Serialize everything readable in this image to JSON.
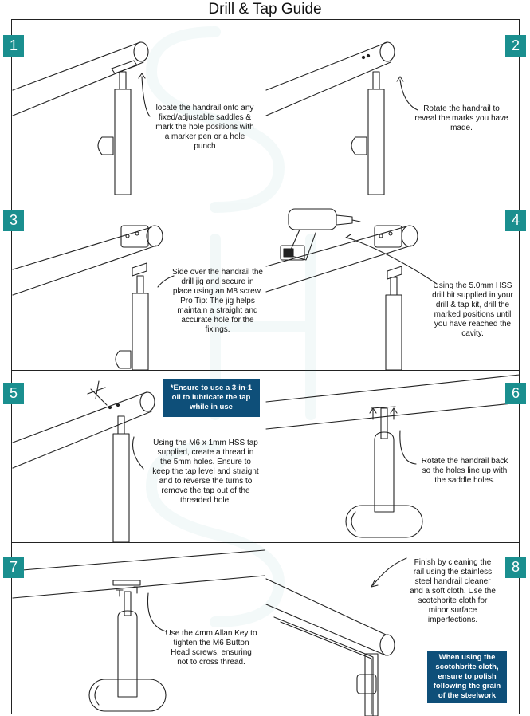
{
  "page": {
    "title": "Drill & Tap Guide",
    "watermark": "SHS"
  },
  "colors": {
    "badge": "#1a8f8f",
    "callout": "#0e4f79",
    "line": "#222222"
  },
  "steps": [
    {
      "number": "1",
      "text": "locate the handrail onto any fixed/adjustable saddles & mark the hole positions with a marker pen or a hole punch"
    },
    {
      "number": "2",
      "text": "Rotate the handrail to reveal the marks you have made."
    },
    {
      "number": "3",
      "text": "Side over the handrail the drill jig and secure in place using an M8 screw.",
      "tip": "Pro Tip: The jig helps maintain a straight and accurate hole for the fixings."
    },
    {
      "number": "4",
      "text": "Using the 5.0mm HSS drill bit supplied in your drill & tap kit, drill the marked positions until you have reached the cavity."
    },
    {
      "number": "5",
      "text": "Using the M6 x 1mm HSS tap supplied, create a thread in the 5mm holes. Ensure to keep the tap level and straight and to reverse the turns to remove the tap out of the threaded hole.",
      "callout": "*Ensure to use a 3-in-1 oil to lubricate the tap while in use"
    },
    {
      "number": "6",
      "text": "Rotate the handrail back so the holes line up with the saddle holes."
    },
    {
      "number": "7",
      "text": "Use the 4mm Allan Key to tighten the M6 Button Head screws, ensuring not to cross thread."
    },
    {
      "number": "8",
      "text": "Finish by cleaning the rail using the stainless steel handrail cleaner and a soft cloth. Use the scotchbrite cloth for minor surface imperfections.",
      "callout": "When using the scotchbrite cloth, ensure to polish following the grain of the steelwork"
    }
  ]
}
